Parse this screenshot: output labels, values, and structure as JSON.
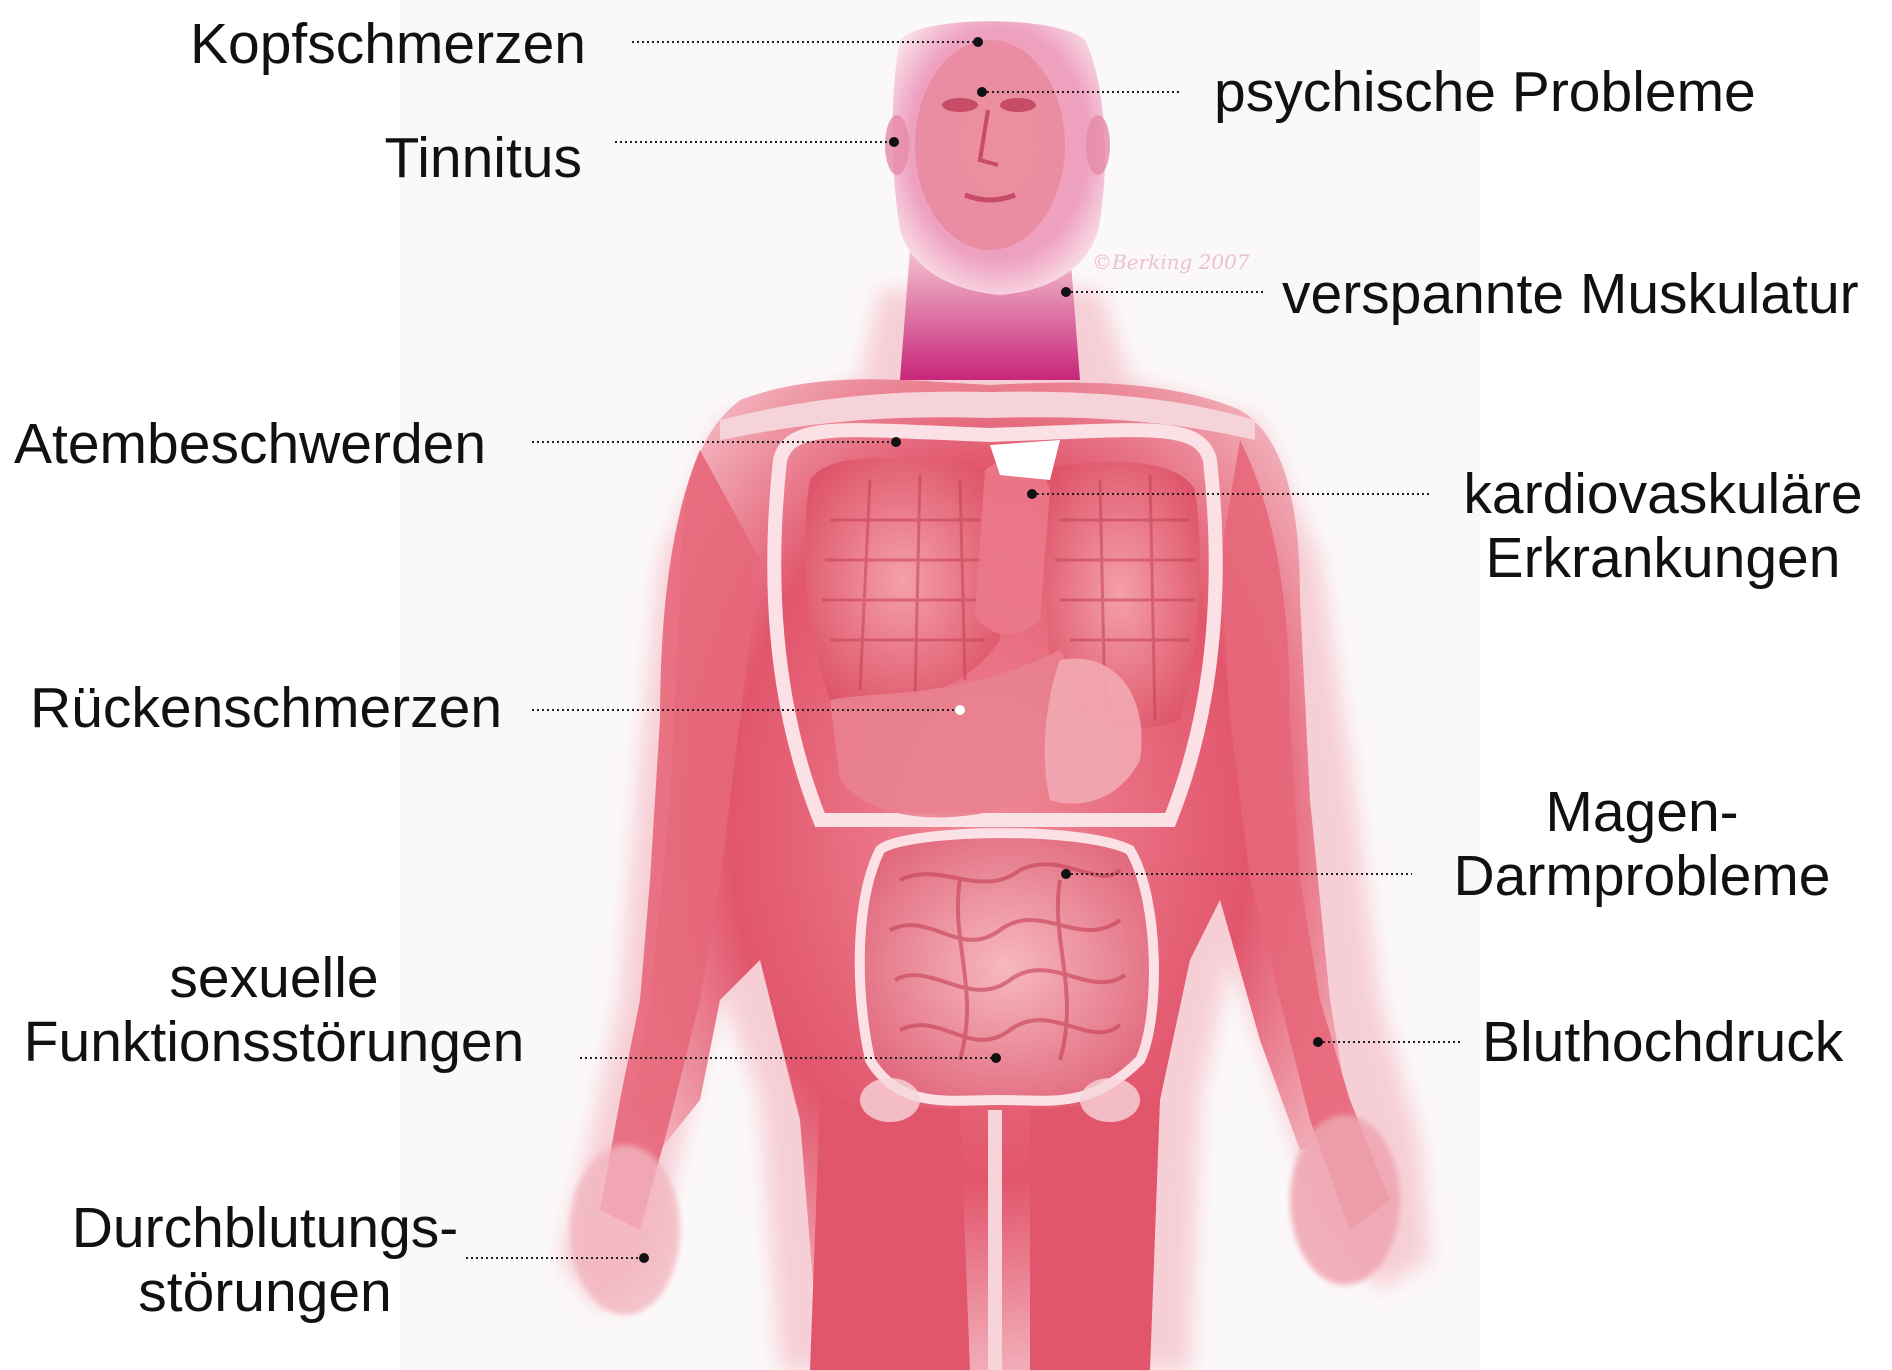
{
  "labels": {
    "kopfschmerzen": "Kopfschmerzen",
    "tinnitus": "Tinnitus",
    "atembeschwerden": "Atembeschwerden",
    "rueckenschmerzen": "Rückenschmerzen",
    "sexuelle_line1": "sexuelle",
    "sexuelle_line2": "Funktionsstörungen",
    "durchblutung_line1": "Durchblutungs-",
    "durchblutung_line2": "störungen",
    "psychische": "psychische Probleme",
    "muskulatur": "verspannte Muskulatur",
    "kardio_line1": "kardiovaskuläre",
    "kardio_line2": "Erkrankungen",
    "magen_line1": "Magen-",
    "magen_line2": "Darmprobleme",
    "bluthochdruck": "Bluthochdruck"
  },
  "watermark": "©Berking 2007",
  "colors": {
    "body_base": "#e25b6f",
    "body_light": "#f4b3bd",
    "body_dark": "#c73a52",
    "head_magenta": "#d2307e",
    "leader_line": "#222222",
    "text": "#111111"
  }
}
